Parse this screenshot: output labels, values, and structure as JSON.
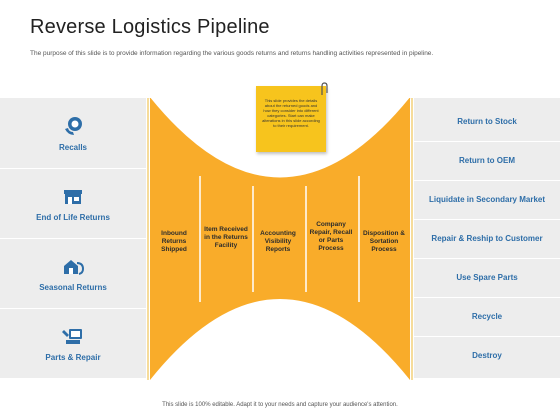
{
  "title": "Reverse Logistics Pipeline",
  "subtitle": "The purpose of this slide is to provide information regarding the various goods returns and returns handling activities represented in pipeline.",
  "left_items": [
    {
      "label": "Recalls",
      "icon": "recall-icon"
    },
    {
      "label": "End of Life Returns",
      "icon": "store-icon"
    },
    {
      "label": "Seasonal Returns",
      "icon": "house-return-icon"
    },
    {
      "label": "Parts & Repair",
      "icon": "repair-icon"
    }
  ],
  "stages": [
    "Inbound Returns Shipped",
    "Item Received in the Returns Facility",
    "Accounting Visibility Reports",
    "Company Repair, Recall or Parts Process",
    "Disposition & Sortation Process"
  ],
  "right_items": [
    "Return to Stock",
    "Return to OEM",
    "Liquidate in Secondary Market",
    "Repair & Reship to Customer",
    "Use Spare Parts",
    "Recycle",
    "Destroy"
  ],
  "note": "This slide provides the details about the returned goods and how they consider into different categories. Start can make alterations in this slide according to their requirement.",
  "footer": "This slide is 100% editable. Adapt it to your needs and capture your audience's attention.",
  "colors": {
    "accent": "#f9ac2a",
    "label": "#2e6ea8",
    "panel": "#ededed",
    "note": "#f7c41d"
  }
}
